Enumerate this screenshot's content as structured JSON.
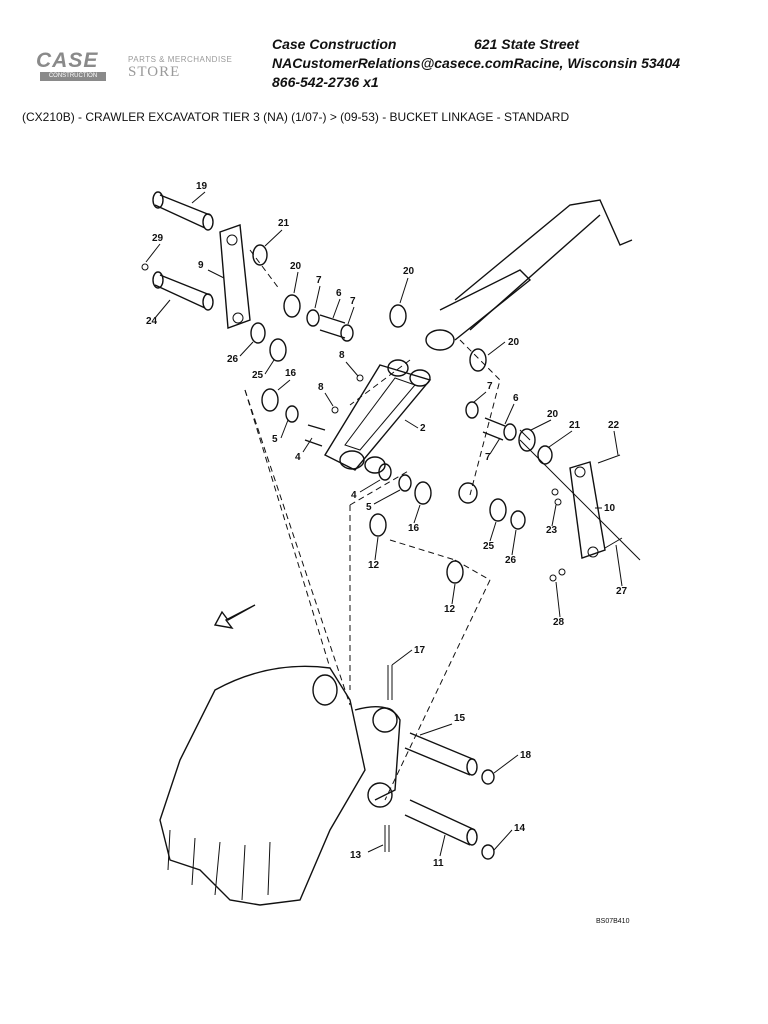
{
  "header": {
    "logo_text": "CASE",
    "logo_subtext": "CONSTRUCTION",
    "store_line1": "PARTS & MERCHANDISE",
    "store_line2": "STORE",
    "company": "Case Construction",
    "address": "621 State Street",
    "email_city": "NACustomerRelations@casece.comRacine, Wisconsin 53404",
    "phone": "866-542-2736 x1"
  },
  "breadcrumb": "(CX210B) - CRAWLER EXCAVATOR TIER 3 (NA) (1/07-) > (09-53) - BUCKET LINKAGE - STANDARD",
  "diagram": {
    "drawing_code": "BS07B410",
    "callouts": [
      "19",
      "21",
      "29",
      "9",
      "20",
      "7",
      "6",
      "7",
      "20",
      "24",
      "26",
      "20",
      "8",
      "25",
      "16",
      "8",
      "7",
      "6",
      "20",
      "21",
      "22",
      "5",
      "4",
      "2",
      "7",
      "4",
      "5",
      "16",
      "23",
      "10",
      "12",
      "25",
      "26",
      "12",
      "27",
      "28",
      "17",
      "15",
      "18",
      "14",
      "13",
      "11"
    ]
  }
}
